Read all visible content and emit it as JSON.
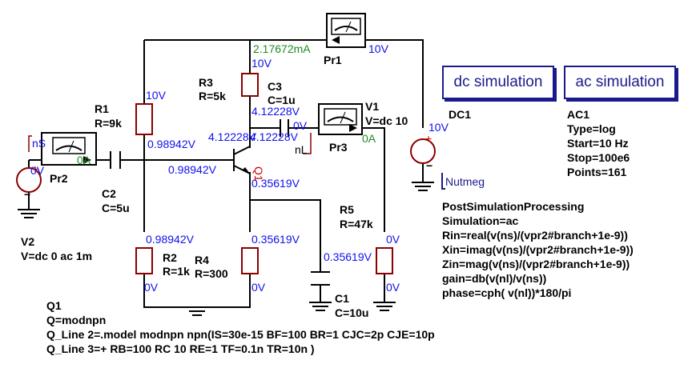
{
  "simulations": {
    "dc": "dc simulation",
    "ac": "ac simulation"
  },
  "components": {
    "R1": {
      "name": "R1",
      "value": "R=9k"
    },
    "R2": {
      "name": "R2",
      "value": "R=1k"
    },
    "R3": {
      "name": "R3",
      "value": "R=5k"
    },
    "R4": {
      "name": "R4",
      "value": "R=300"
    },
    "R5": {
      "name": "R5",
      "value": "R=47k"
    },
    "C1": {
      "name": "C1",
      "value": "C=10u"
    },
    "C2": {
      "name": "C2",
      "value": "C=5u"
    },
    "C3": {
      "name": "C3",
      "value": "C=1u"
    },
    "V1": {
      "name": "V1",
      "value": "V=dc 10"
    },
    "V2": {
      "name": "V2",
      "value": "V=dc 0 ac 1m"
    },
    "DC1": {
      "name": "DC1"
    },
    "AC1": {
      "name": "AC1",
      "lines": [
        "Type=log",
        "Start=10 Hz",
        "Stop=100e6",
        "Points=161"
      ]
    },
    "Pr1": "Pr1",
    "Pr2": "Pr2",
    "Pr3": "Pr3",
    "Q1": {
      "name": "Q1",
      "lines": [
        "Q=modnpn",
        "Q_Line 2=.model modnpn npn(IS=30e-15 BF=100 BR=1 CJC=2p CJE=10p",
        "Q_Line 3=+  RB=100 RC 10 RE=1 TF=0.1n TR=10n )"
      ]
    },
    "Nutmeg": "Nutmeg",
    "Post": {
      "title": "PostSimulationProcessing",
      "lines": [
        "Simulation=ac",
        "Rin=real(v(ns)/(vpr2#branch+1e-9))",
        "Xin=imag(v(ns)/(vpr2#branch+1e-9))",
        "Zin=mag(v(ns)/(vpr2#branch+1e-9))",
        "gain=db(v(nl)/v(ns))",
        "phase=cph( v(nl))*180/pi"
      ]
    }
  },
  "nets": {
    "nS": "nS",
    "nL": "nL"
  },
  "voltages": {
    "v_top": "10V",
    "v_r1top": "10V",
    "v_r1bot": "0.98942V",
    "v_base": "0.98942V",
    "v_r2top": "0.98942V",
    "v_r2bot": "0V",
    "v_coll1": "4.12228V",
    "v_coll2": "4.12228V",
    "v_coll3": "4.12228V",
    "v_c3": "0V",
    "v_emit": "0.35619V",
    "v_r4top": "0.35619V",
    "v_r4bot": "0V",
    "v_c1": "0.35619V",
    "v_r5top": "0V",
    "v_r5bot": "0V",
    "v_v1": "10V",
    "v_dc1": "10V",
    "v_v2": "0V"
  },
  "currents": {
    "i_pr1": "2.17672mA",
    "i_pr2": "0A",
    "i_pr3": "0A"
  }
}
